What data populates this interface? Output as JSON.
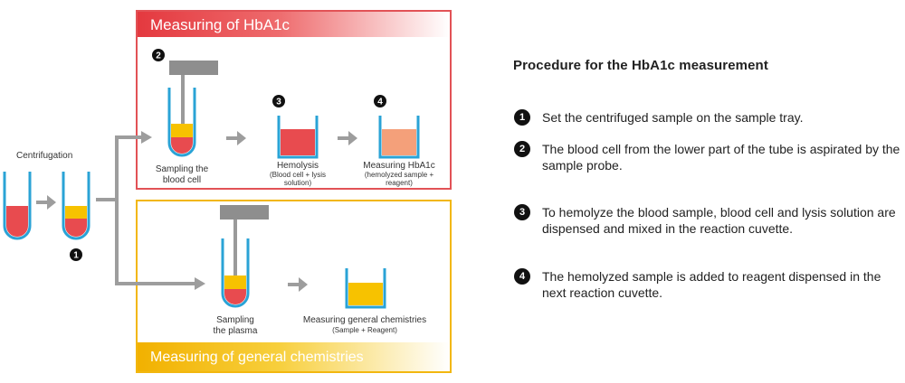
{
  "colors": {
    "red": "#e84b4f",
    "red_frame": "#e25256",
    "yellow": "#f7c200",
    "yellow_frame": "#f2b70f",
    "peach": "#f4a07a",
    "blue": "#2aa3d6",
    "gray": "#9d9d9d",
    "probe": "#8e8e8e"
  },
  "left": {
    "centrifugation_label": "Centrifugation",
    "step_number": "1"
  },
  "hba1c": {
    "title": "Measuring of HbA1c",
    "probe_number": "2",
    "sampling_line1": "Sampling the",
    "sampling_line2": "blood cell",
    "hemolysis_number": "3",
    "hemolysis_line1": "Hemolysis",
    "hemolysis_line2": "(Blood cell + lysis",
    "hemolysis_line3": "solution)",
    "measuring_number": "4",
    "measuring_line1": "Measuring HbA1c",
    "measuring_line2": "(hemolyzed sample +",
    "measuring_line3": "reagent)"
  },
  "general": {
    "title": "Measuring of general chemistries",
    "sampling_line1": "Sampling",
    "sampling_line2": "the plasma",
    "measuring_line1": "Measuring general chemistries",
    "measuring_line2": "(Sample + Reagent)"
  },
  "procedure": {
    "title": "Procedure for the HbA1c measurement",
    "steps": [
      {
        "number": "1",
        "text": "Set the centrifuged sample on the sample tray."
      },
      {
        "number": "2",
        "text": "The blood cell from the lower part of the tube is aspirated by the sample probe."
      },
      {
        "number": "3",
        "text": "To hemolyze the blood sample, blood cell and lysis solution are dispensed and mixed in the reaction cuvette."
      },
      {
        "number": "4",
        "text": "The hemolyzed sample is added to reagent dispensed in the next reaction cuvette."
      }
    ]
  }
}
